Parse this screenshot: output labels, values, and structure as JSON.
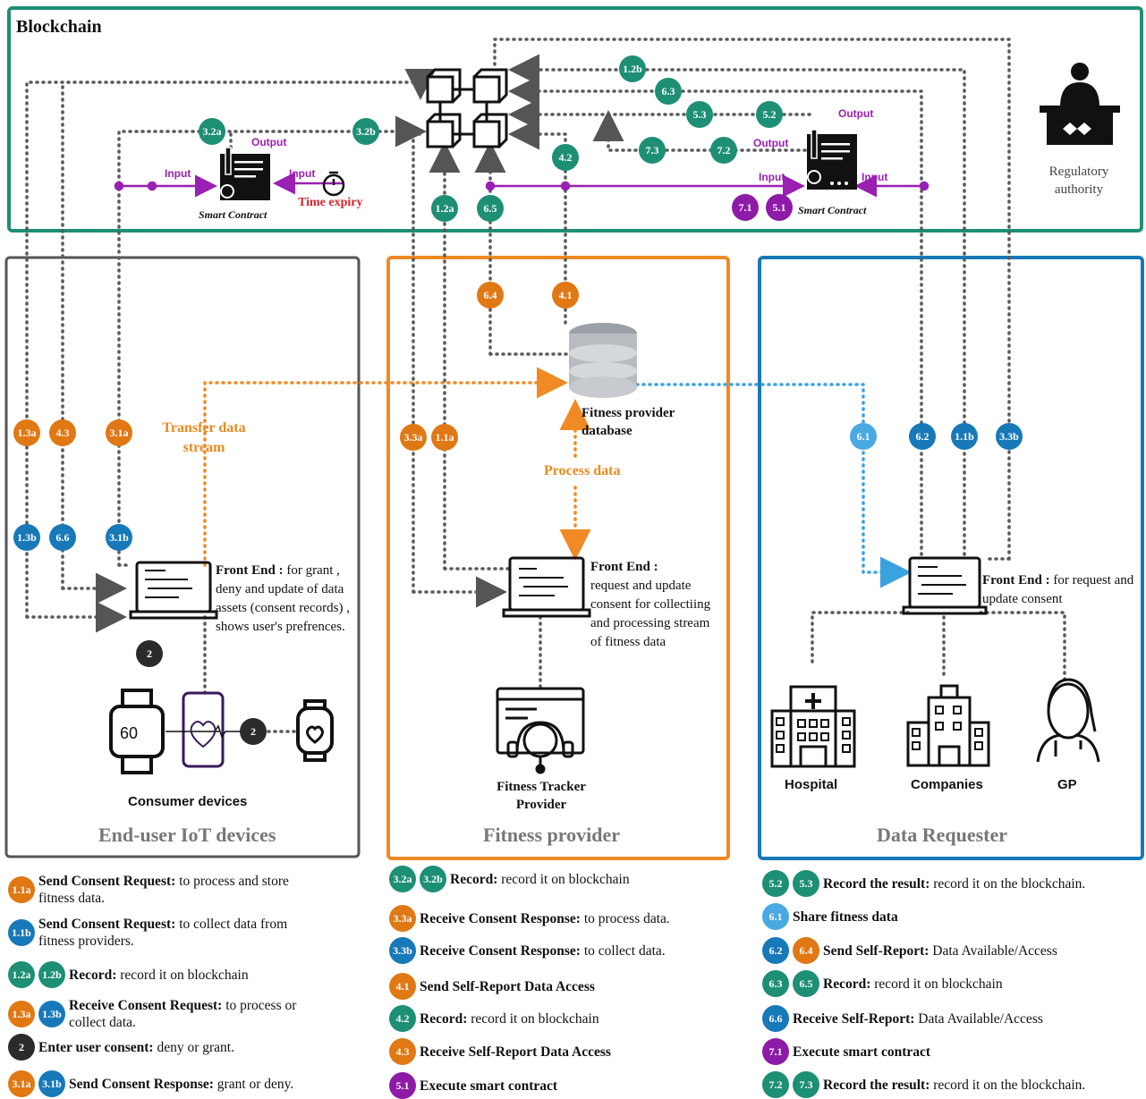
{
  "blockchain": {
    "title": "Blockchain",
    "regulatory": "Regulatory authority",
    "contract_left": {
      "label": "Smart Contract",
      "output": "Output",
      "input1": "Input",
      "input2": "Input",
      "time_expiry": "Time expiry"
    },
    "contract_right": {
      "label": "Smart Contract",
      "output1": "Output",
      "output2": "Output",
      "input1": "Input",
      "input2": "Input"
    }
  },
  "panels": {
    "enduser": {
      "title": "End-user IoT devices",
      "frontend_title": "Front End :",
      "frontend_text": " for grant , deny and update of data assets (consent records) , shows user's prefrences.",
      "transfer": "Transfer data stream",
      "consumer": "Consumer devices",
      "watch_value": "60"
    },
    "fitness": {
      "title": "Fitness provider",
      "frontend_title": "Front End :",
      "frontend_text": "request and update consent  for collectiing and processing stream of fitness data",
      "database": "Fitness  provider database",
      "process": "Process data",
      "tracker": "Fitness Tracker Provider"
    },
    "requester": {
      "title": "Data Requester",
      "frontend_title": "Front End :",
      "frontend_text": " for request and update consent",
      "hospital": "Hospital",
      "companies": "Companies",
      "gp": "GP"
    }
  },
  "badges": {
    "b12b": "1.2b",
    "b63": "6.3",
    "b53": "5.3",
    "b52": "5.2",
    "b73": "7.3",
    "b72": "7.2",
    "b32a": "3.2a",
    "b32b": "3.2b",
    "b42": "4.2",
    "b12a": "1.2a",
    "b65": "6.5",
    "b71": "7.1",
    "b51": "5.1",
    "b64": "6.4",
    "b41": "4.1",
    "b13a": "1.3a",
    "b43": "4.3",
    "b31a": "3.1a",
    "b13b": "1.3b",
    "b66": "6.6",
    "b31b": "3.1b",
    "b33a": "3.3a",
    "b11a": "1.1a",
    "b61": "6.1",
    "b62": "6.2",
    "b11b": "1.1b",
    "b33b": "3.3b",
    "b2a": "2",
    "b2b": "2"
  },
  "legend": {
    "col1": [
      {
        "badges": [
          "1.1a"
        ],
        "bold": "Send Consent Request:",
        "text": " to process and store",
        "text2": "fitness data."
      },
      {
        "badges": [
          "1.1b"
        ],
        "bold": "Send Consent Request:",
        "text": " to collect data from",
        "text2": "fitness providers."
      },
      {
        "badges": [
          "1.2a",
          "1.2b"
        ],
        "bold": "Record:",
        "text": " record it on blockchain"
      },
      {
        "badges": [
          "1.3a",
          "1.3b"
        ],
        "bold": "Receive Consent Request:",
        "text": " to process or",
        "text2": "collect data."
      },
      {
        "badges": [
          "2"
        ],
        "bold": "Enter user consent:",
        "text": "  deny or grant."
      },
      {
        "badges": [
          "3.1a",
          "3.1b"
        ],
        "bold": "Send Consent Response:",
        "text": " grant or deny."
      }
    ],
    "col2": [
      {
        "badges": [
          "3.2a",
          "3.2b"
        ],
        "bold": "Record:",
        "text": " record it on blockchain"
      },
      {
        "badges": [
          "3.3a"
        ],
        "bold": "Receive Consent Response:",
        "text": " to process data."
      },
      {
        "badges": [
          "3.3b"
        ],
        "bold": "Receive Consent Response:",
        "text": " to collect data."
      },
      {
        "badges": [
          "4.1"
        ],
        "bold": "Send Self-Report Data Access",
        "text": ""
      },
      {
        "badges": [
          "4.2"
        ],
        "bold": "Record:",
        "text": " record it on blockchain"
      },
      {
        "badges": [
          "4.3"
        ],
        "bold": "Receive Self-Report Data Access",
        "text": ""
      },
      {
        "badges": [
          "5.1"
        ],
        "bold": "Execute smart contract",
        "text": ""
      }
    ],
    "col3": [
      {
        "badges": [
          "5.2",
          "5.3"
        ],
        "bold": "Record the result:",
        "text": " record it on the blockchain."
      },
      {
        "badges": [
          "6.1"
        ],
        "bold": "Share fitness data",
        "text": ""
      },
      {
        "badges": [
          "6.2",
          "6.4"
        ],
        "bold": "Send Self-Report:",
        "text": " Data Available/Access"
      },
      {
        "badges": [
          "6.3",
          "6.5"
        ],
        "bold": "Record:",
        "text": " record it on blockchain"
      },
      {
        "badges": [
          "6.6"
        ],
        "bold": "Receive Self-Report:",
        "text": " Data Available/Access"
      },
      {
        "badges": [
          "7.1"
        ],
        "bold": "Execute smart contract",
        "text": ""
      },
      {
        "badges": [
          "7.2",
          "7.3"
        ],
        "bold": "Record the result:",
        "text": " record it on the blockchain."
      }
    ]
  },
  "colors": {
    "teal": "#1d8f74",
    "orange": "#e07814",
    "blue": "#1879b9",
    "lightblue": "#4aa9e2",
    "purple": "#8d1ba7",
    "dark": "#2b2b2b",
    "gray_frame": "#5a5a5a"
  }
}
